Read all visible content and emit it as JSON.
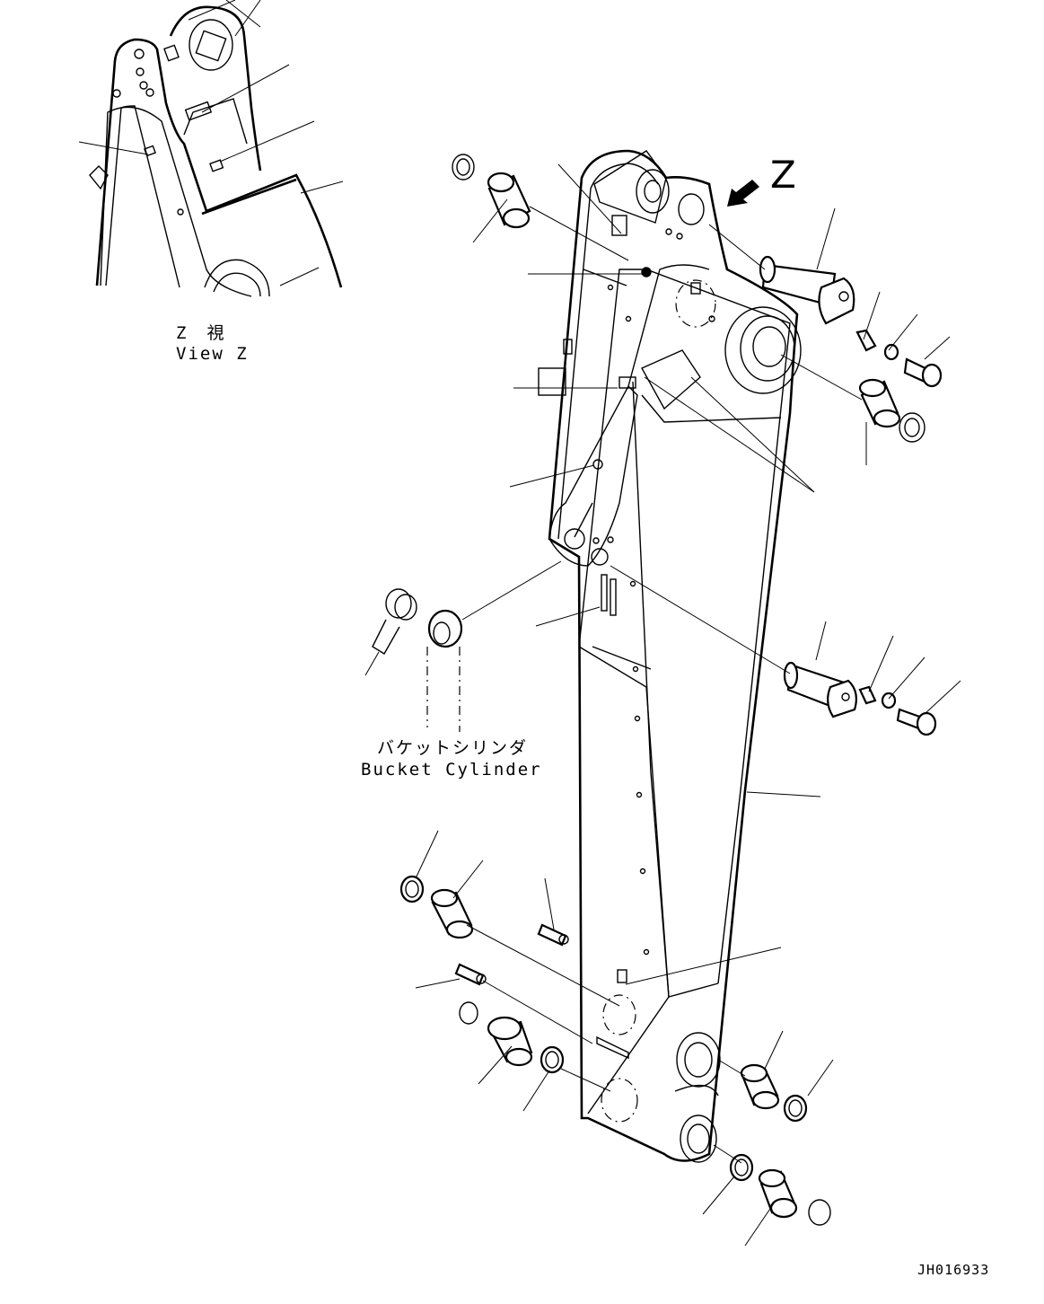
{
  "view": {
    "letter": "Z",
    "japanese": "Z　視",
    "english": "View Z"
  },
  "bucket_cylinder": {
    "japanese": "バケットシリンダ",
    "english": "Bucket Cylinder"
  },
  "drawing_number": "JH016933"
}
